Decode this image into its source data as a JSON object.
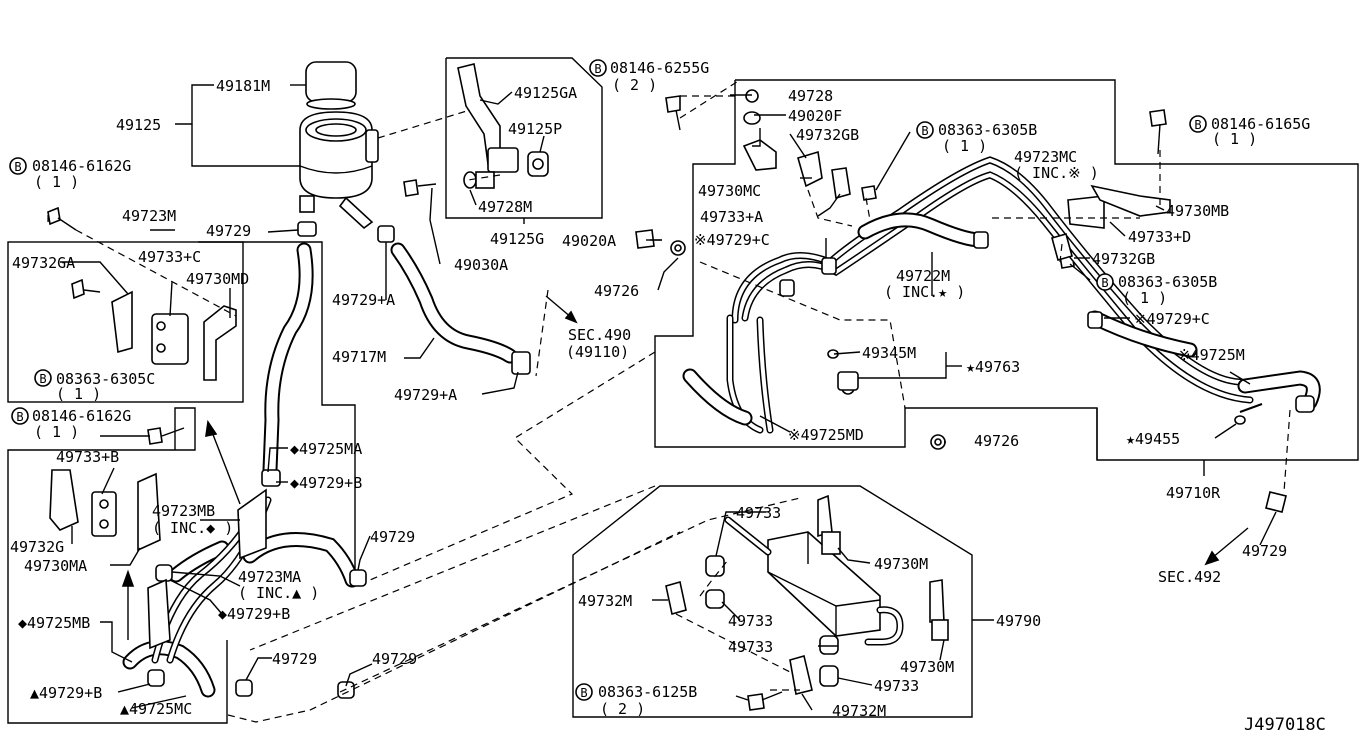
{
  "diagram_id": "J497018C",
  "labels": {
    "l_49181M": "49181M",
    "l_49125": "49125",
    "l_49125GA": "49125GA",
    "l_49125P": "49125P",
    "l_49728M": "49728M",
    "l_49125G": "49125G",
    "l_b08146_6255G": "08146-6255G",
    "l_q2a": "( 2 )",
    "l_49728": "49728",
    "l_49020F": "49020F",
    "l_49732GB_a": "49732GB",
    "l_b08363_6305B_a": "08363-6305B",
    "l_q1a": "( 1 )",
    "l_49723MC": "49723MC",
    "l_inc_star_x": "( INC.※ )",
    "l_b08146_6165G": "08146-6165G",
    "l_q1b": "( 1 )",
    "l_49730MB": "49730MB",
    "l_49733D": "49733+D",
    "l_49732GB_b": "49732GB",
    "l_b08363_6305B_b": "08363-6305B",
    "l_q1c": "( 1 )",
    "l_49729C_a": "※49729+C",
    "l_49725M_x": "※49725M",
    "l_49455": "★49455",
    "l_49710R": "49710R",
    "l_49729_r": "49729",
    "l_sec492": "SEC.492",
    "l_49730MC": "49730MC",
    "l_49733A": "49733+A",
    "l_49729C_b": "※49729+C",
    "l_49020A": "49020A",
    "l_49726_a": "49726",
    "l_49722M": "49722M",
    "l_inc_star": "( INC.★ )",
    "l_49345M": "49345M",
    "l_49763": "★49763",
    "l_49725MD": "※49725MD",
    "l_49726_b": "49726",
    "l_b08146_6162G_a": "08146-6162G",
    "l_q1d": "( 1 )",
    "l_49723M": "49723M",
    "l_49729_top": "49729",
    "l_49733C": "49733+C",
    "l_49732GA": "49732GA",
    "l_49730MD": "49730MD",
    "l_b08363_6305C": "08363-6305C",
    "l_q1e": "( 1 )",
    "l_49030A": "49030A",
    "l_49729A_a": "49729+A",
    "l_49717M": "49717M",
    "l_49729A_b": "49729+A",
    "l_sec490": "SEC.490",
    "l_49110": "(49110)",
    "l_b08146_6162G_b": "08146-6162G",
    "l_q1f": "( 1 )",
    "l_49733B": "49733+B",
    "l_49732G": "49732G",
    "l_49730MA": "49730MA",
    "l_49723MB": "49723MB",
    "l_inc_dia": "( INC.◆ )",
    "l_49723MA": "49723MA",
    "l_inc_tri": "( INC.▲ )",
    "l_49725MA": "◆49725MA",
    "l_49729B_a": "◆49729+B",
    "l_49729_mid": "49729",
    "l_49729B_b": "◆49729+B",
    "l_49725MB": "◆49725MB",
    "l_49729B_c": "▲49729+B",
    "l_49725MC": "▲49725MC",
    "l_49729_bl": "49729",
    "l_49729_bm": "49729",
    "l_49733_a": "49733",
    "l_49730M_a": "49730M",
    "l_49732M_a": "49732M",
    "l_49733_b": "49733",
    "l_49733_c": "49733",
    "l_49733_d": "49733",
    "l_49730M_b": "49730M",
    "l_49790": "49790",
    "l_b08363_6125B": "08363-6125B",
    "l_q2b": "( 2 )",
    "l_49732M_b": "49732M"
  },
  "bolt_symbol": "B"
}
